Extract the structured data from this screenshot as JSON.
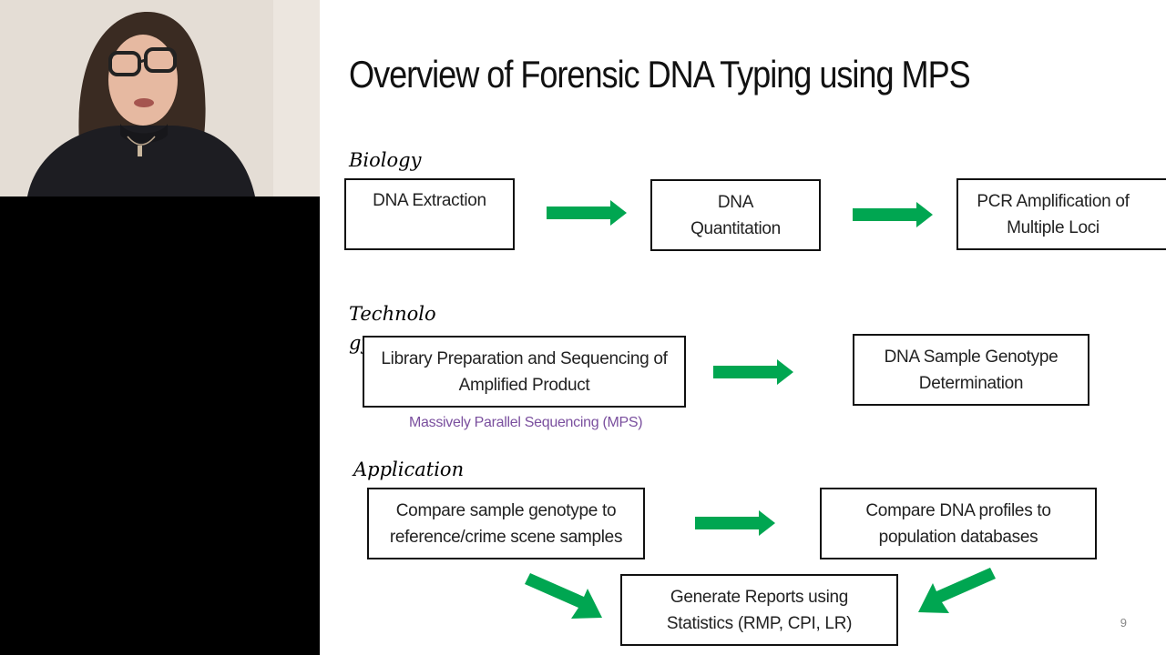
{
  "slide": {
    "title": "Overview of Forensic DNA Typing using MPS",
    "page_number": "9",
    "sections": {
      "biology": "Biology",
      "technology": "Technology",
      "application": "Application"
    },
    "boxes": {
      "dna_extraction": "DNA Extraction",
      "dna_quantitation": "DNA Quantitation",
      "pcr": "PCR Amplification of Multiple Loci",
      "library_prep": "Library Preparation and Sequencing of Amplified Product",
      "genotype": "DNA Sample Genotype Determination",
      "compare_sample": "Compare sample genotype to reference/crime scene samples",
      "compare_population": "Compare DNA profiles to population databases",
      "reports": "Generate Reports using Statistics (RMP, CPI, LR)"
    },
    "mps_caption": "Massively Parallel Sequencing (MPS)"
  },
  "colors": {
    "arrow": "#00a651",
    "caption": "#7a4f9e"
  }
}
